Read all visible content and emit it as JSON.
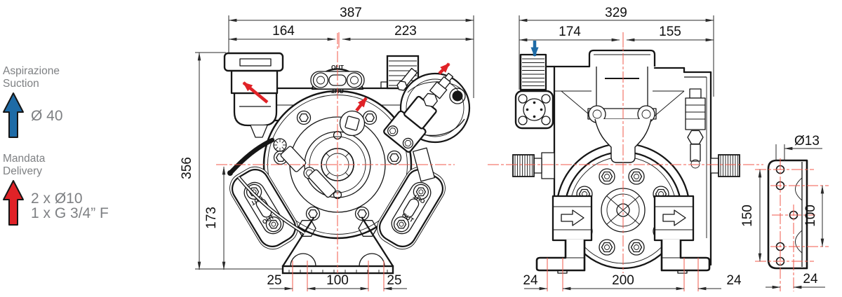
{
  "legend": {
    "suction_label_it": "Aspirazione",
    "suction_label_en": "Suction",
    "suction_port": "Ø 40",
    "delivery_label_it": "Mandata",
    "delivery_label_en": "Delivery",
    "delivery_port_1": "2 x Ø10",
    "delivery_port_2": "1 x G 3/4” F"
  },
  "front_view": {
    "dim_overall_width": "387",
    "dim_left_of_center": "164",
    "dim_right_of_center": "223",
    "dim_overall_height": "356",
    "dim_centerline_to_base": "173",
    "dim_base_slot_left": "25",
    "dim_base_slot_center": "100",
    "dim_base_slot_right": "25",
    "port_label": "OUT"
  },
  "side_view": {
    "dim_overall_depth": "329",
    "dim_left_of_center": "174",
    "dim_right_of_center": "155",
    "dim_foot_left": "24",
    "dim_foot_center": "200",
    "dim_foot_right": "24"
  },
  "bracket_detail": {
    "dim_hole_diameter": "Ø13",
    "dim_hole_span_outer": "150",
    "dim_hole_span_inner": "100",
    "dim_hole_offset": "24"
  },
  "colors": {
    "suction_arrow": "#1e6ba6",
    "delivery_arrow": "#e02227",
    "centerline_red": "#f2594b"
  }
}
